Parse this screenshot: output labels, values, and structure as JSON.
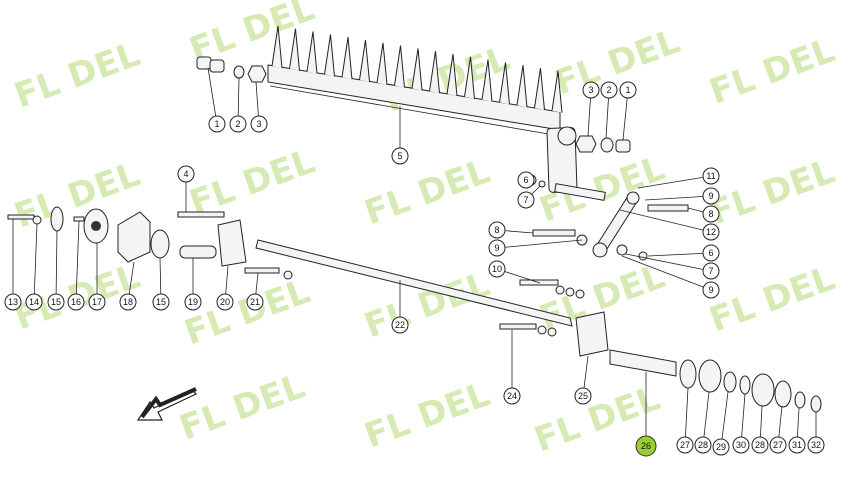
{
  "watermark": {
    "text": "FL DEL",
    "color": "#cfe8a8"
  },
  "highlight_color": "#9acd32",
  "callouts": [
    {
      "label": "1"
    },
    {
      "label": "2"
    },
    {
      "label": "3"
    },
    {
      "label": "3"
    },
    {
      "label": "2"
    },
    {
      "label": "1"
    },
    {
      "label": "5"
    },
    {
      "label": "6"
    },
    {
      "label": "7"
    },
    {
      "label": "11"
    },
    {
      "label": "9"
    },
    {
      "label": "8"
    },
    {
      "label": "12"
    },
    {
      "label": "8"
    },
    {
      "label": "9"
    },
    {
      "label": "6"
    },
    {
      "label": "7"
    },
    {
      "label": "9"
    },
    {
      "label": "10"
    },
    {
      "label": "4"
    },
    {
      "label": "13"
    },
    {
      "label": "14"
    },
    {
      "label": "15"
    },
    {
      "label": "16"
    },
    {
      "label": "17"
    },
    {
      "label": "18"
    },
    {
      "label": "15"
    },
    {
      "label": "19"
    },
    {
      "label": "20"
    },
    {
      "label": "21"
    },
    {
      "label": "22"
    },
    {
      "label": "24"
    },
    {
      "label": "25"
    },
    {
      "label": "26",
      "highlight": true
    },
    {
      "label": "27"
    },
    {
      "label": "28"
    },
    {
      "label": "29"
    },
    {
      "label": "30"
    },
    {
      "label": "28"
    },
    {
      "label": "27"
    },
    {
      "label": "31"
    },
    {
      "label": "32"
    }
  ]
}
